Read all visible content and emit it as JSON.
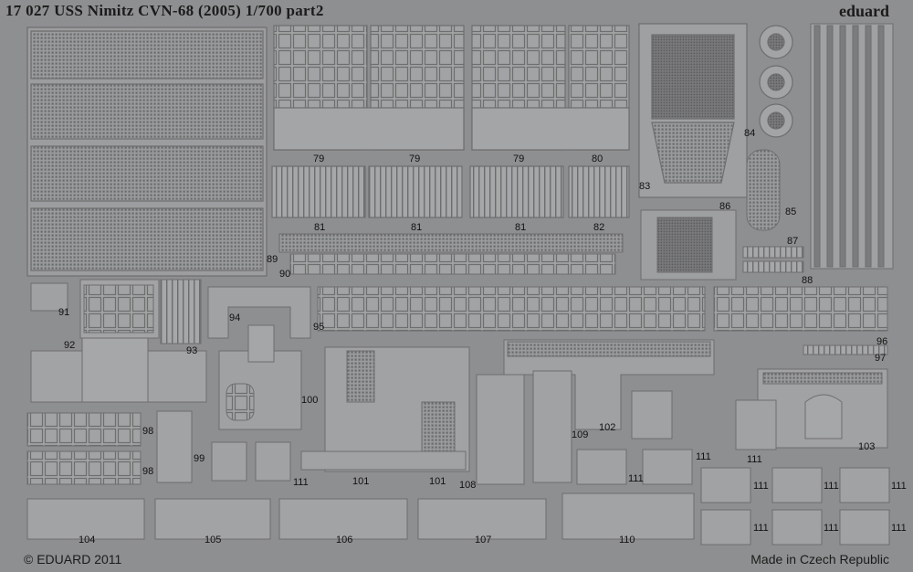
{
  "header": {
    "title": "17 027  USS Nimitz CVN-68 (2005) 1/700   part2",
    "brand": "eduard"
  },
  "footer": {
    "copyright": "© EDUARD 2011",
    "origin": "Made in Czech Republic"
  },
  "part_numbers": {
    "p79a": "79",
    "p79b": "79",
    "p79c": "79",
    "p80": "80",
    "p81a": "81",
    "p81b": "81",
    "p81c": "81",
    "p82": "82",
    "p83": "83",
    "p84": "84",
    "p85": "85",
    "p86": "86",
    "p87": "87",
    "p88": "88",
    "p89": "89",
    "p90": "90",
    "p91": "91",
    "p92": "92",
    "p93": "93",
    "p94": "94",
    "p95": "95",
    "p96": "96",
    "p97": "97",
    "p98a": "98",
    "p98b": "98",
    "p99": "99",
    "p100": "100",
    "p101a": "101",
    "p101b": "101",
    "p102": "102",
    "p103": "103",
    "p104": "104",
    "p105": "105",
    "p106": "106",
    "p107": "107",
    "p108": "108",
    "p109": "109",
    "p110": "110",
    "p111a": "111",
    "p111b": "111",
    "p111c": "111",
    "p111d": "111",
    "p111e": "111",
    "p111f": "111",
    "p111g": "111",
    "p111h": "111",
    "p111i": "111",
    "p111j": "111"
  },
  "colors": {
    "fret": "#8e8f90",
    "part_light": "#a3a4a5",
    "part_dark": "#6e6f70",
    "text": "#111111"
  }
}
